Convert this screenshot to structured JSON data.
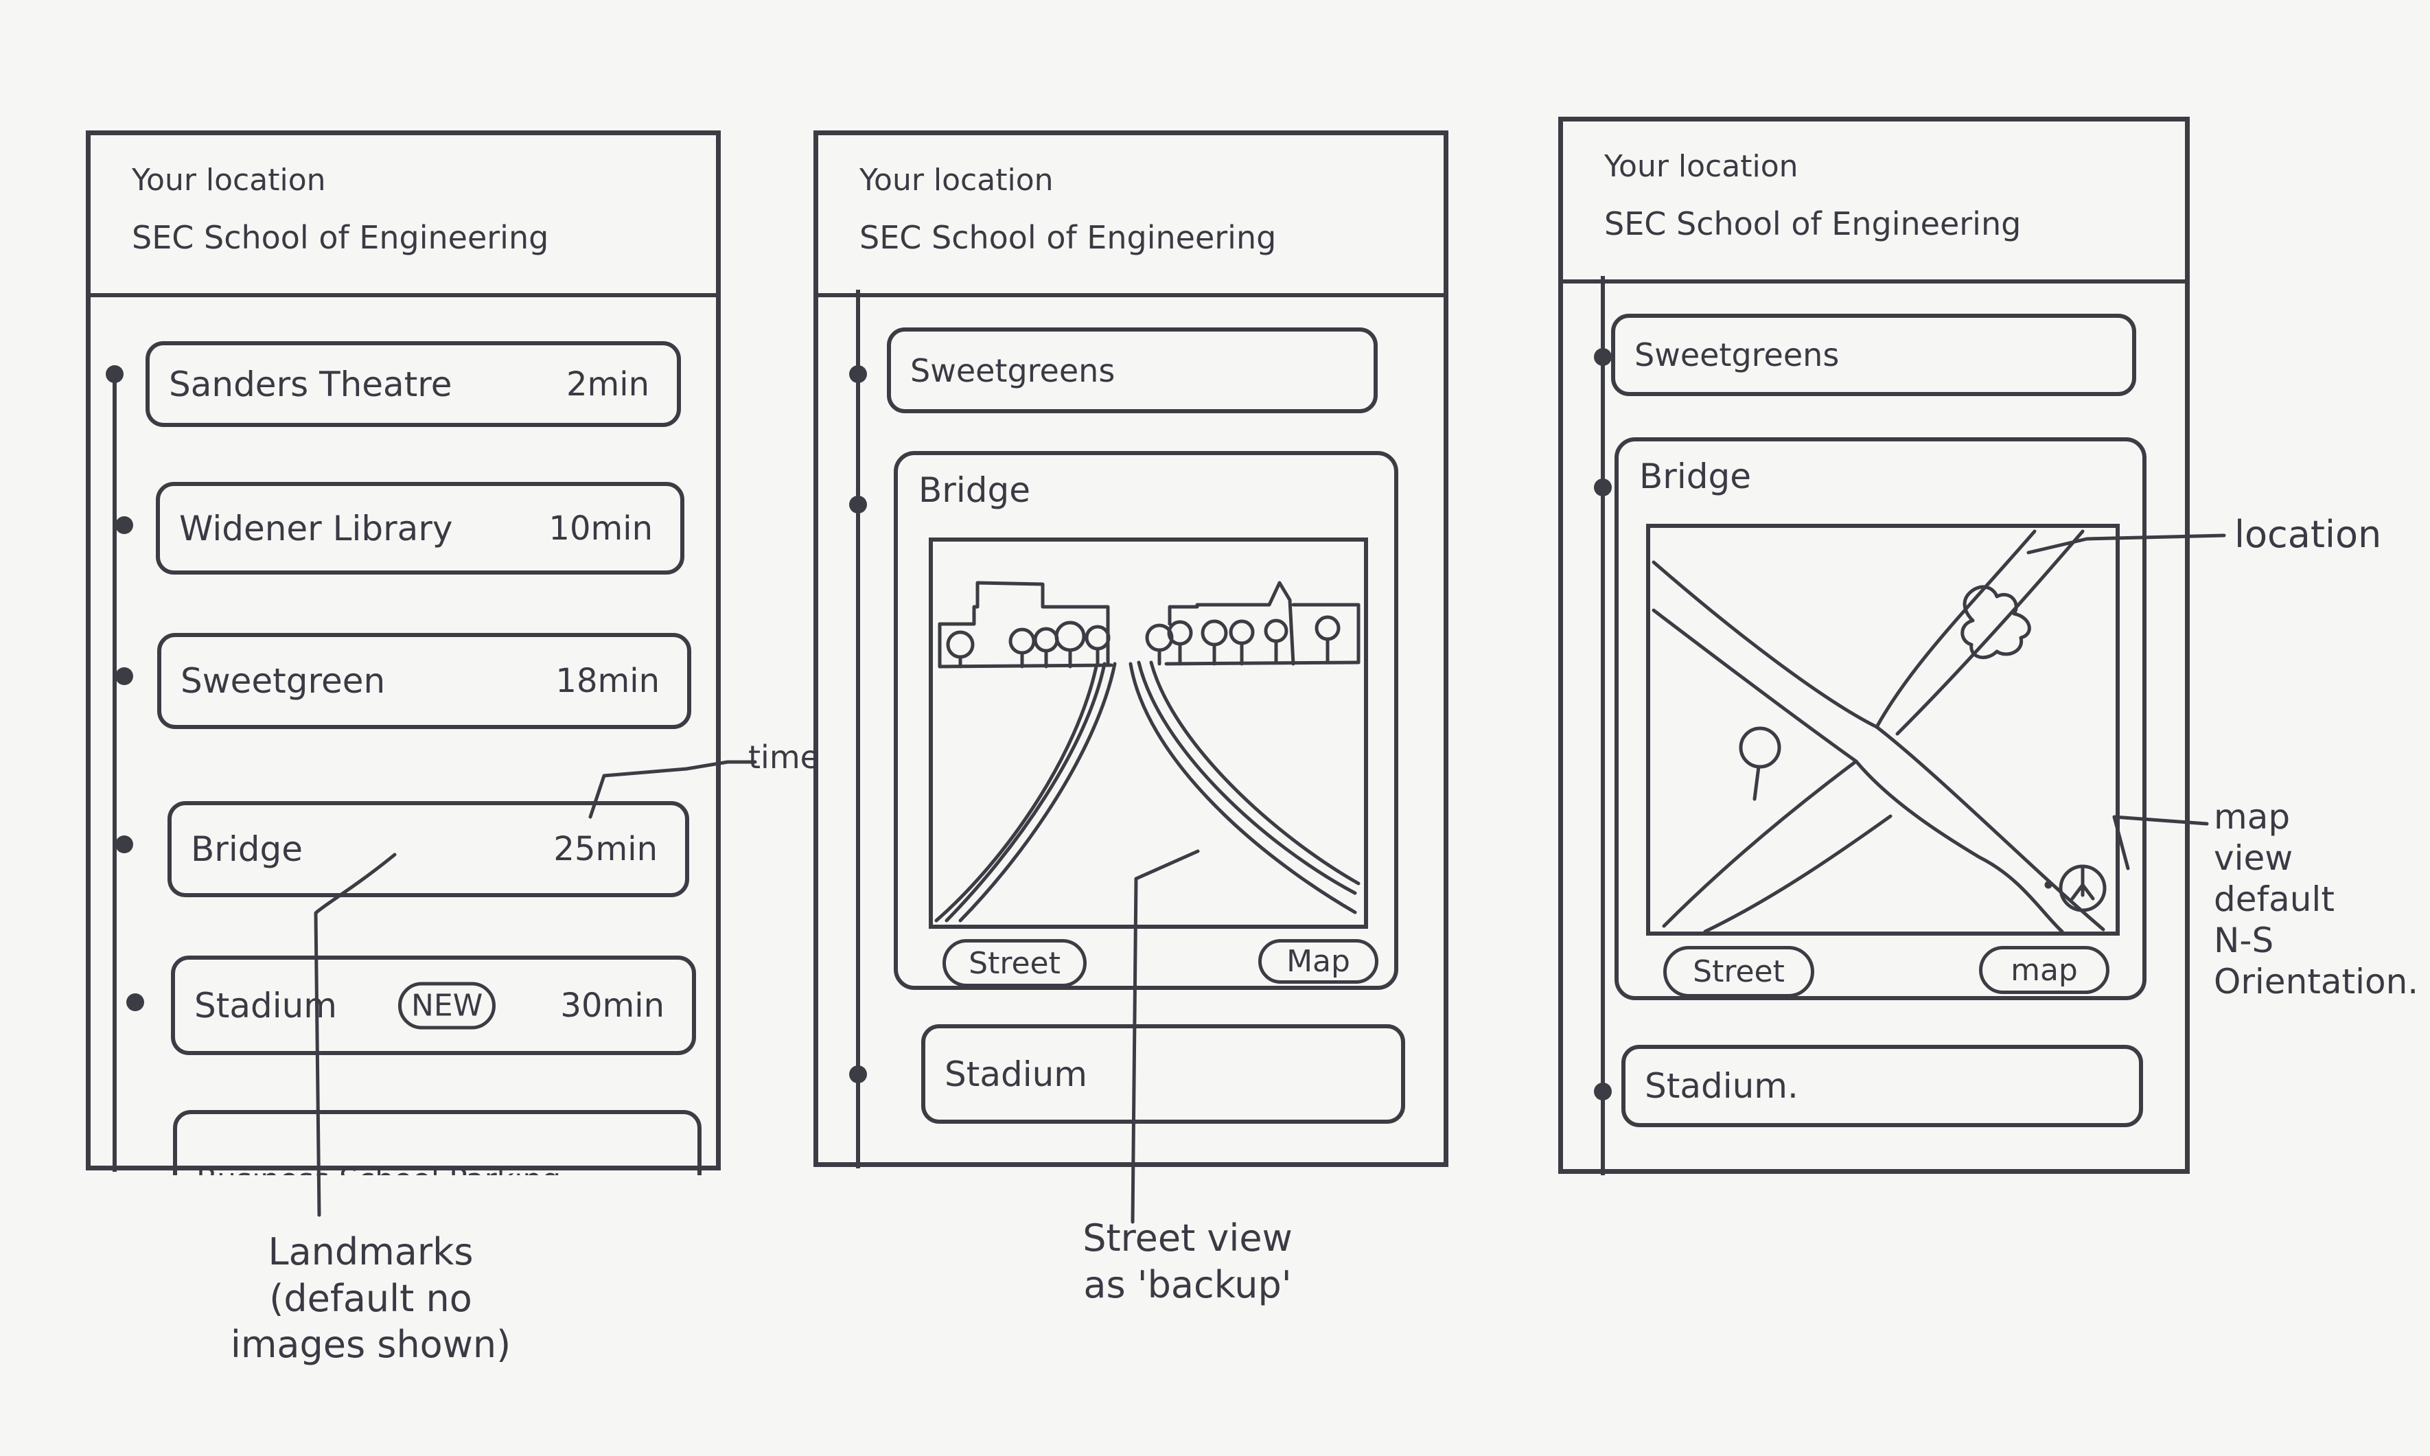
{
  "location": {
    "label": "Your location",
    "name": "SEC School of Engineering"
  },
  "screen1": {
    "items": [
      {
        "name": "Sanders Theatre",
        "time": "2min"
      },
      {
        "name": "Widener Library",
        "time": "10min"
      },
      {
        "name": "Sweetgreen",
        "time": "18min"
      },
      {
        "name": "Bridge",
        "time": "25min"
      },
      {
        "name": "Stadium",
        "badge": "NEW",
        "time": "30min"
      },
      {
        "name": "Business School Parking"
      }
    ]
  },
  "screen2": {
    "top_item": "Sweetgreens",
    "expanded_title": "Bridge",
    "street_button": "Street",
    "map_button": "Map",
    "bottom_item": "Stadium"
  },
  "screen3": {
    "top_item": "Sweetgreens",
    "expanded_title": "Bridge",
    "street_button": "Street",
    "map_button": "map",
    "bottom_item": "Stadium."
  },
  "annotations": {
    "time": "time",
    "landmarks": "Landmarks",
    "landmarks_sub1": "(default no",
    "landmarks_sub2": "images shown)",
    "street_view1": "Street view",
    "street_view2": "as 'backup'",
    "location": "location",
    "map_view": [
      "map",
      "view",
      "default",
      "N-S",
      "Orientation."
    ]
  }
}
